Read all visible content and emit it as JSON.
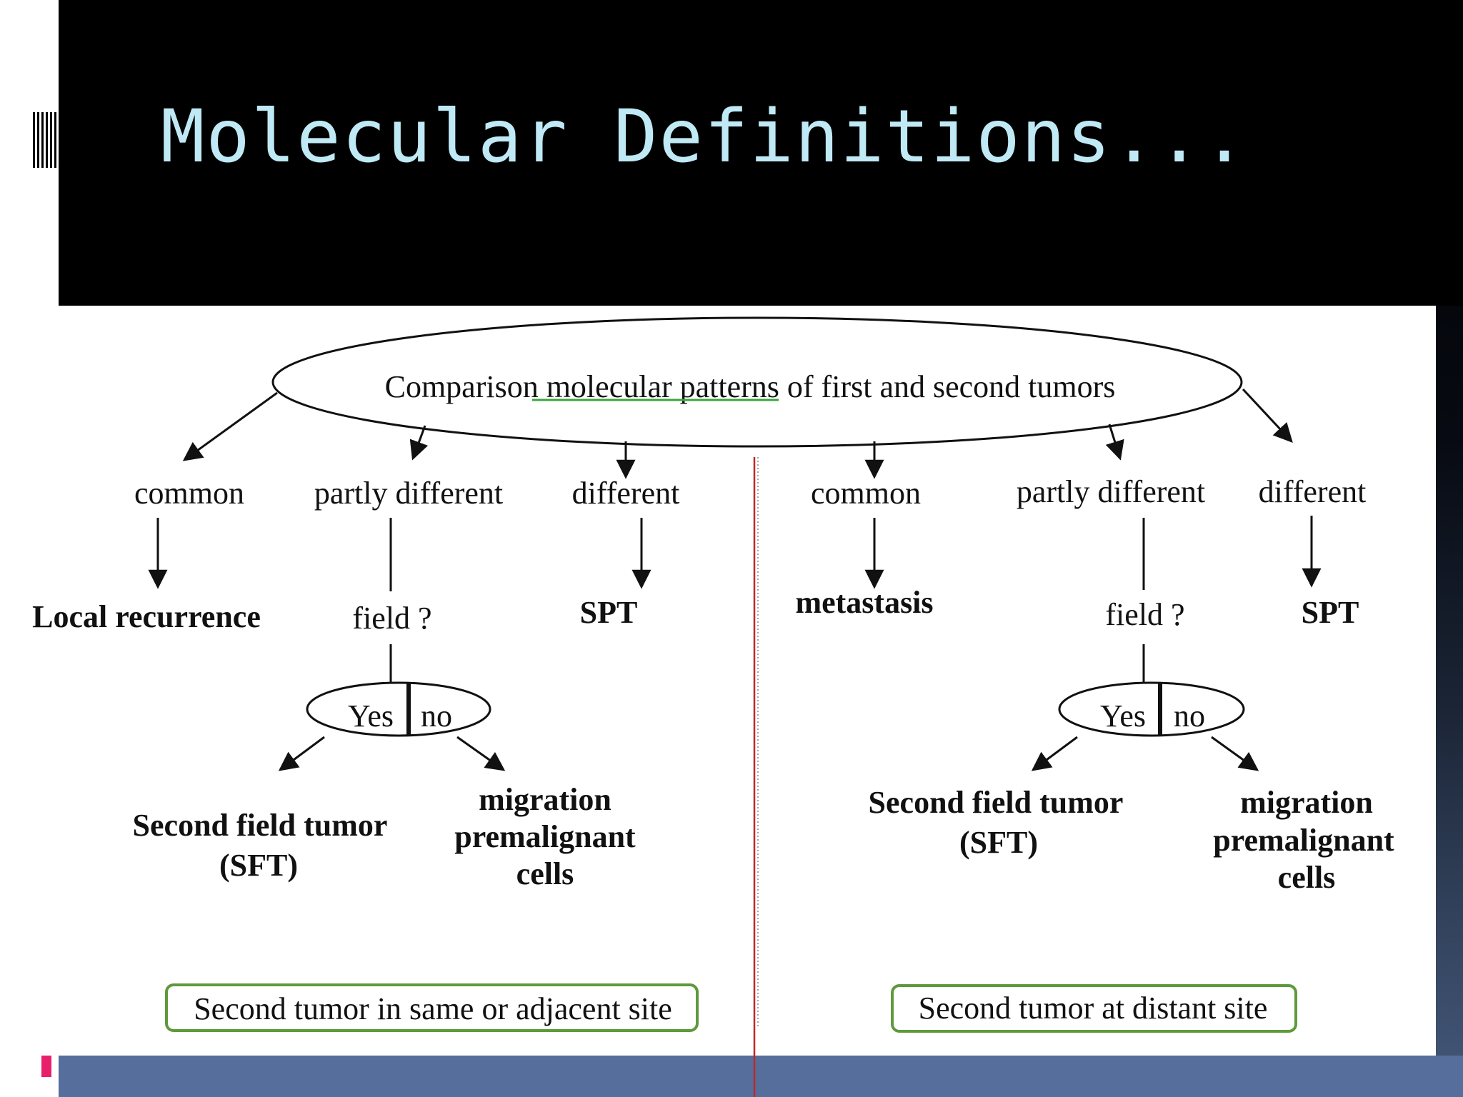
{
  "slide": {
    "title": "Molecular Definitions..."
  },
  "diagram": {
    "root": "Comparison molecular patterns of first and second tumors",
    "left": {
      "common": "common",
      "partly_different": "partly different",
      "different": "different",
      "local_recurrence": "Local recurrence",
      "field": "field ?",
      "spt": "SPT",
      "yes": "Yes",
      "no": "no",
      "sft_line1": "Second field tumor",
      "sft_line2": "(SFT)",
      "migration_line1": "migration",
      "migration_line2": "premalignant",
      "migration_line3": "cells",
      "site_box": "Second tumor in same or adjacent site"
    },
    "right": {
      "common": "common",
      "partly_different": "partly different",
      "different": "different",
      "metastasis": "metastasis",
      "field": "field ?",
      "spt": "SPT",
      "yes": "Yes",
      "no": "no",
      "sft_line1": "Second field tumor",
      "sft_line2": "(SFT)",
      "migration_line1": "migration",
      "migration_line2": "premalignant",
      "migration_line3": "cells",
      "site_box": "Second tumor  at distant site"
    }
  },
  "colors": {
    "title_text": "#bfe9f5",
    "box_border": "#5e9a3c",
    "divider": "#c0282a",
    "underline": "#3aa63a",
    "footer_bar": "#566e9c",
    "footer_marker": "#e8206c"
  }
}
